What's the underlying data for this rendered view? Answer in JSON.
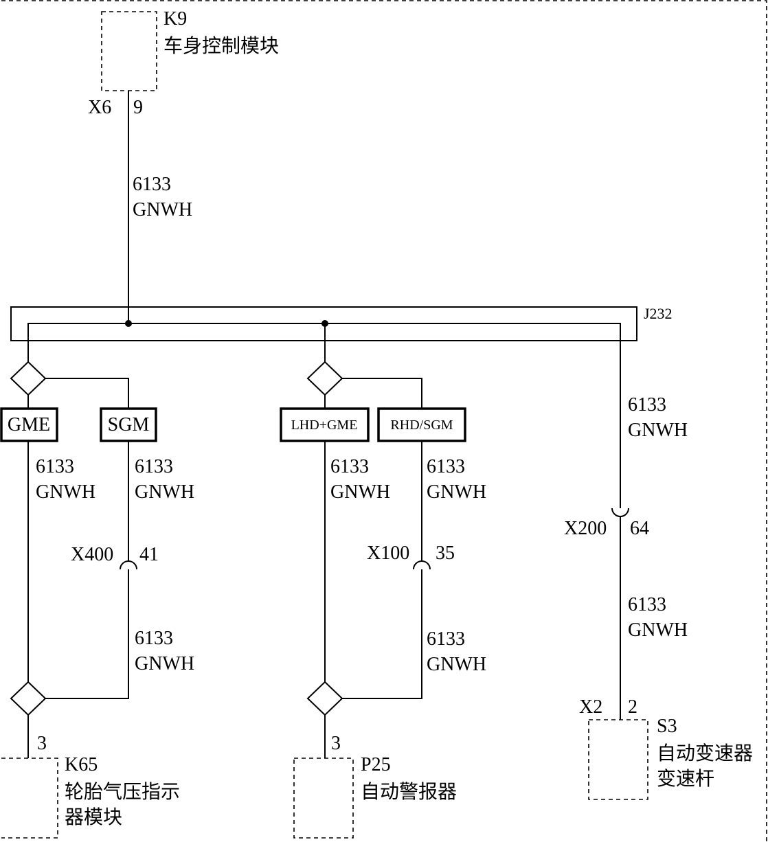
{
  "modules": {
    "k9": {
      "id": "K9",
      "name": "车身控制模块",
      "connector": "X6",
      "pin": "9"
    },
    "k65": {
      "id": "K65",
      "name_line1": "轮胎气压指示",
      "name_line2": "器模块",
      "pin": "3"
    },
    "p25": {
      "id": "P25",
      "name": "自动警报器",
      "pin": "3"
    },
    "s3": {
      "id": "S3",
      "name_line1": "自动变速器",
      "name_line2": "变速杆",
      "connector": "X2",
      "pin": "2"
    }
  },
  "splice": {
    "id": "J232"
  },
  "wire": {
    "circuit": "6133",
    "color": "GNWH"
  },
  "options": {
    "left_a": "GME",
    "left_b": "SGM",
    "mid_a": "LHD+GME",
    "mid_b": "RHD/SGM"
  },
  "connectors": {
    "x400": {
      "id": "X400",
      "pin": "41"
    },
    "x100": {
      "id": "X100",
      "pin": "35"
    },
    "x200": {
      "id": "X200",
      "pin": "64"
    }
  }
}
